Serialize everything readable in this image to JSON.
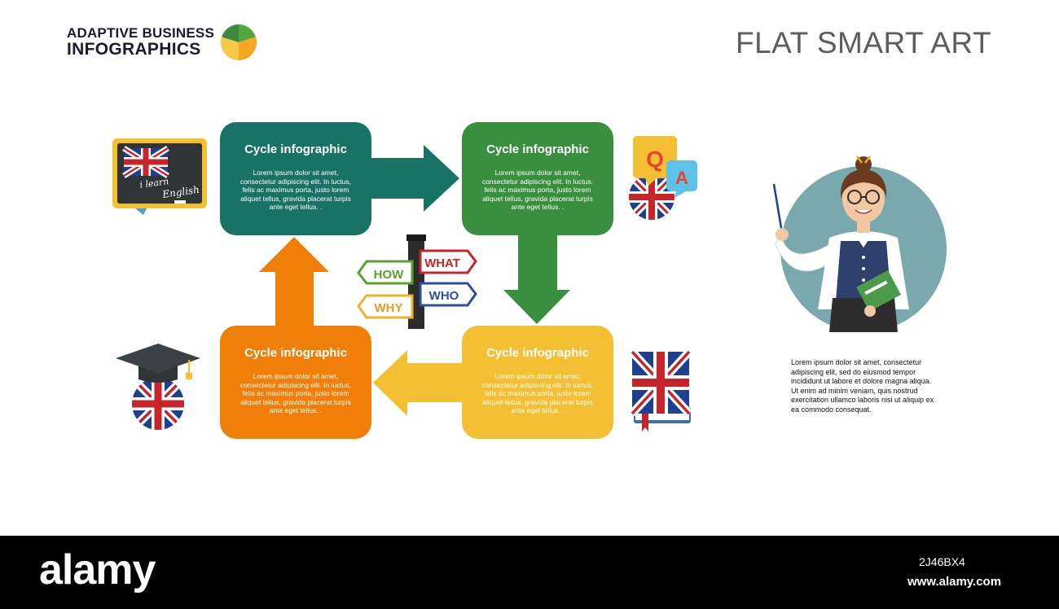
{
  "header": {
    "brand_line1": "ADAPTIVE BUSINESS",
    "brand_line2": "INFOGRAPHICS",
    "title": "FLAT SMART ART"
  },
  "cycle": {
    "boxes": [
      {
        "title": "Cycle infographic",
        "body": "Lorem ipsum dolor sit amet, consectetur adipiscing elit. In luctus, felis ac maximus porta, justo lorem aliquet tellus, gravida placerat turpis ante eget tellus. .",
        "color": "#187266"
      },
      {
        "title": "Cycle infographic",
        "body": "Lorem ipsum dolor sit amet, consectetur adipiscing elit. In luctus, felis ac maximus porta, justo lorem aliquet tellus, gravida placerat turpis ante eget tellus. .",
        "color": "#3a8f3e"
      },
      {
        "title": "Cycle infographic",
        "body": "Lorem ipsum dolor sit amet, consectetur adipiscing elit. In luctus, felis ac maximus porta, justo lorem aliquet tellus, gravida placerat turpis ante eget tellus. .",
        "color": "#f5bf33"
      },
      {
        "title": "Cycle infographic",
        "body": "Lorem ipsum dolor sit amet, consectetur adipiscing elit. In luctus, felis ac maximus porta, justo lorem aliquet tellus, gravida placerat turpis ante eget tellus. .",
        "color": "#f07f09"
      }
    ]
  },
  "signpost": {
    "how": "HOW",
    "what": "WHAT",
    "who": "WHO",
    "why": "WHY"
  },
  "chalkboard": {
    "line1": "i learn",
    "line2": "English"
  },
  "qa": {
    "q": "Q",
    "a": "A"
  },
  "side_text": "Lorem ipsum dolor sit amet, consectetur adipiscing elit, sed do eiusmod tempor incididunt ut labore et dolore magna aliqua. Ut enim ad minim veniam, quis nostrud exercitation ullamco laboris nisi ut aliquip ex ea commodo consequat.",
  "footer": {
    "logo": "alamy",
    "image_id": "2J46BX4",
    "site": "www.alamy.com"
  },
  "icons": [
    "pie-chart-icon",
    "chalkboard-icon",
    "qa-bubbles-icon",
    "uk-flag-badge-icon",
    "signpost-icon",
    "graduation-cap-icon",
    "uk-flag-book-icon",
    "teacher-illustration"
  ]
}
